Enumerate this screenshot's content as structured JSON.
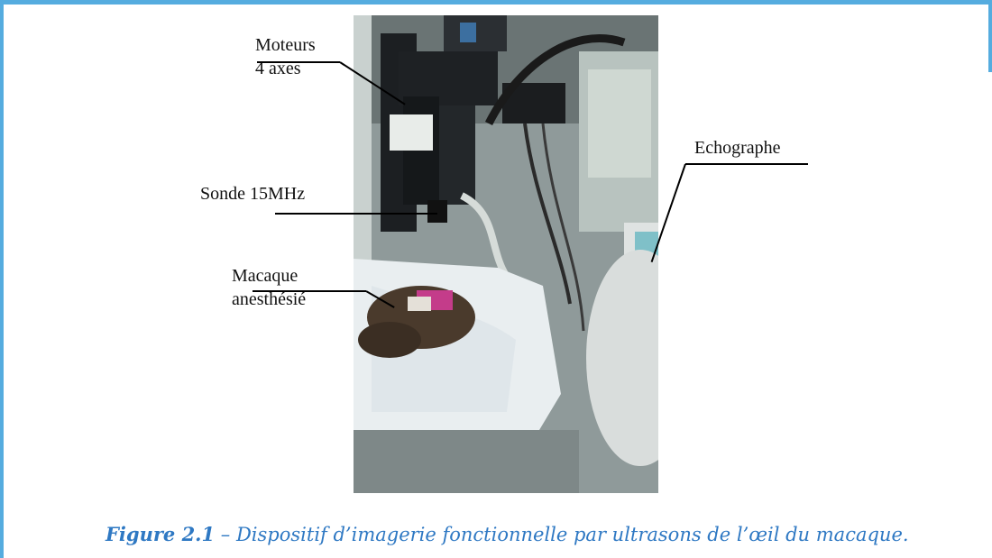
{
  "figure": {
    "labels": {
      "motors": [
        "Moteurs",
        "4 axes"
      ],
      "probe": "Sonde 15MHz",
      "macaque": [
        "Macaque",
        "anesthésié"
      ],
      "echograph": "Echographe"
    },
    "caption": {
      "number": "Figure 2.1",
      "separator": " – ",
      "text": "Dispositif d’imagerie fonctionnelle par ultrasons de l’œil du macaque."
    }
  }
}
